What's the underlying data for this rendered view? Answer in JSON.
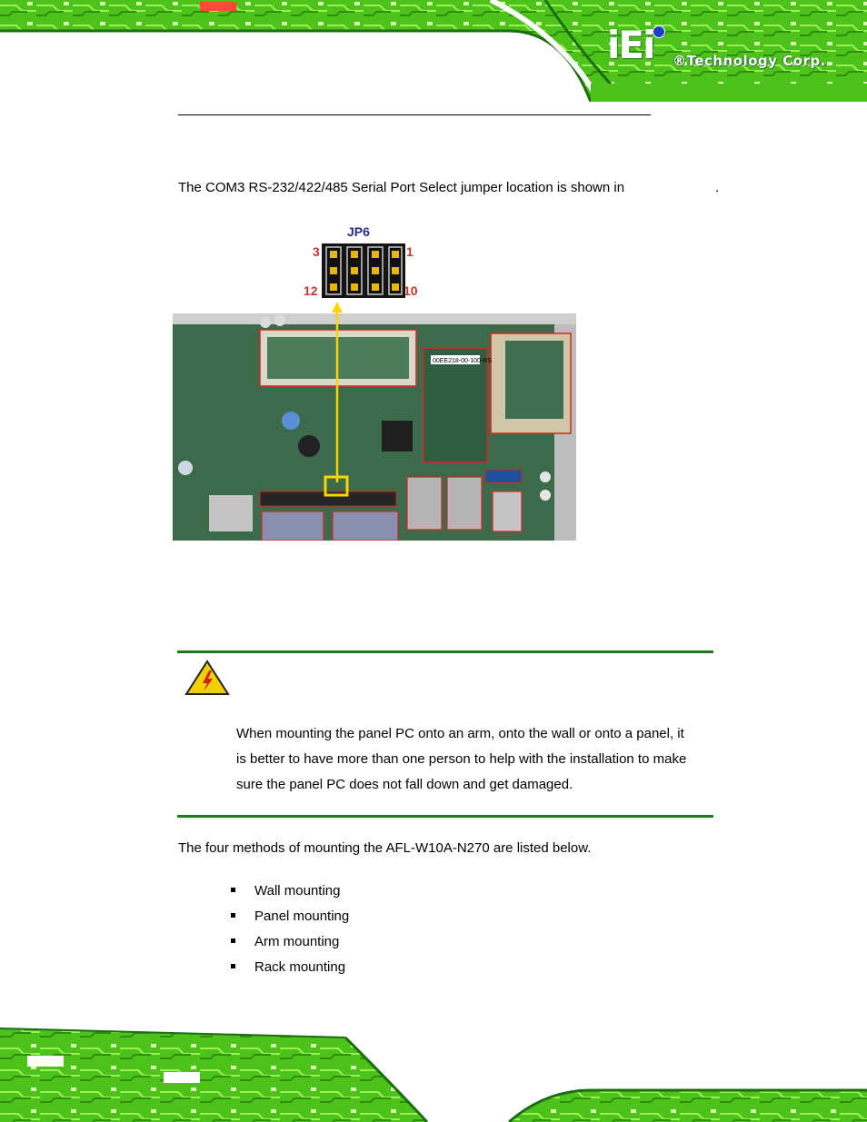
{
  "header": {
    "logo_mark": "iEi",
    "logo_text": "®Technology Corp."
  },
  "intro": {
    "sentence": "The COM3 RS-232/422/485 Serial Port Select jumper location is shown in",
    "end_punct": "."
  },
  "figure": {
    "jumper_label": "JP6",
    "pin_top_left": "3",
    "pin_top_right": "1",
    "pin_bottom_left": "12",
    "pin_bottom_right": "10",
    "board_label": "00EE218-00-100-RS"
  },
  "warning": {
    "lines": [
      "When mounting the panel PC onto an arm, onto the wall or onto a panel, it",
      "is better to have more than one person to help with the installation to make",
      "sure the panel PC does not fall down and get damaged."
    ]
  },
  "methods": {
    "intro": "The four methods of mounting the AFL-W10A-N270 are listed below.",
    "items": [
      "Wall mounting",
      "Panel mounting",
      "Arm mounting",
      "Rack mounting"
    ]
  },
  "colors": {
    "pcb_green": "#5fd31a",
    "warning_rule": "#1f7a1f",
    "jumper_label": "#2a2a8c",
    "pin_label": "#c0392b",
    "logo_dot": "#1e40c8"
  }
}
